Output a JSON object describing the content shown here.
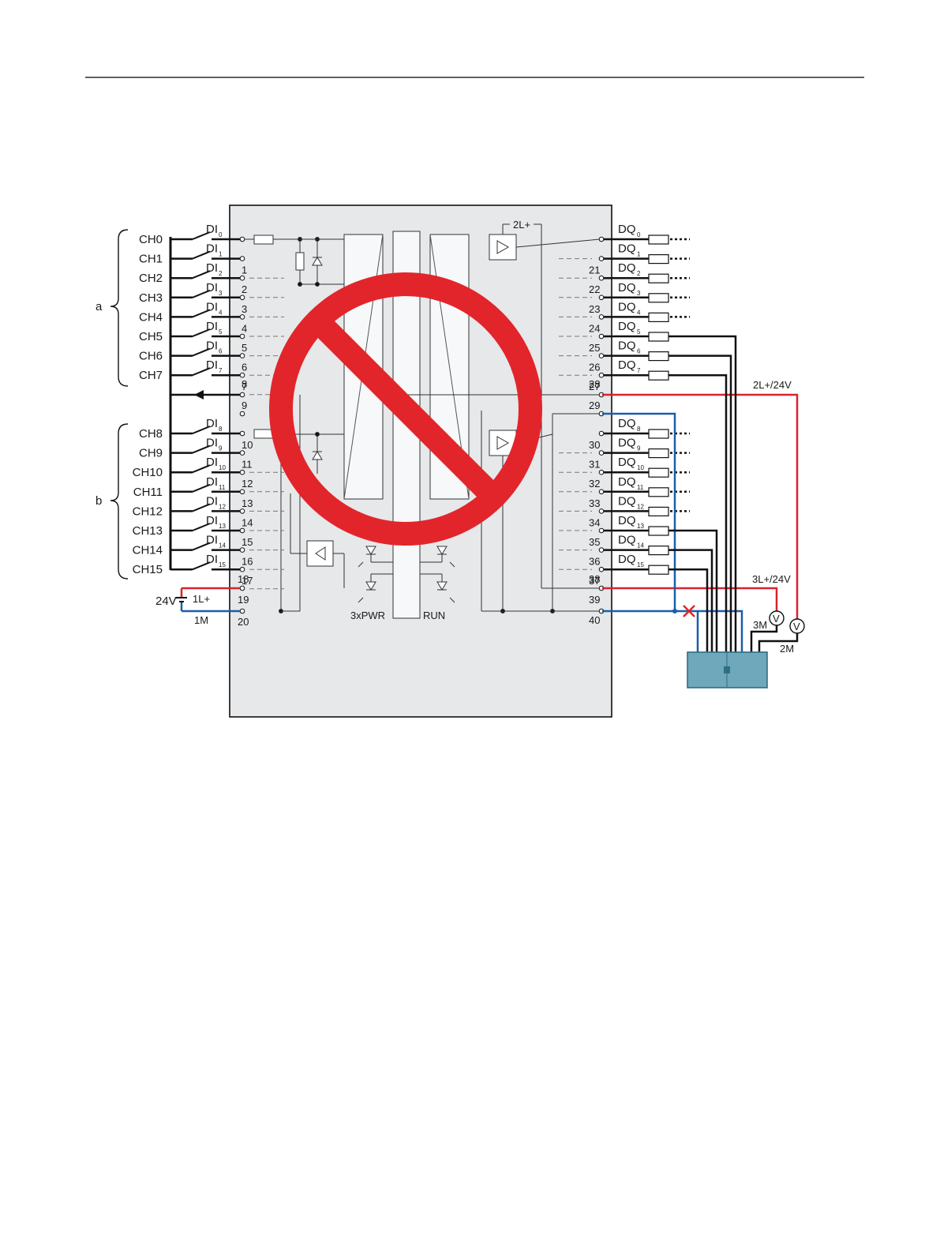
{
  "colors": {
    "module_fill": "#e6e8ea",
    "wire": "#111111",
    "supply_plus": "#d9232d",
    "supply_minus": "#1a5fa8",
    "prohibition": "#e2252b",
    "device_fill": "#6fa7bb",
    "device_stroke": "#2e6f86"
  },
  "prohibition_icon": "no-entry-icon",
  "groups": {
    "a": "a",
    "b": "b"
  },
  "inputs": [
    {
      "ch": "CH0",
      "di": "DI",
      "sub": "0",
      "term": ""
    },
    {
      "ch": "CH1",
      "di": "DI",
      "sub": "1",
      "term": "1"
    },
    {
      "ch": "CH2",
      "di": "DI",
      "sub": "2",
      "term": "2"
    },
    {
      "ch": "CH3",
      "di": "DI",
      "sub": "3",
      "term": "3"
    },
    {
      "ch": "CH4",
      "di": "DI",
      "sub": "4",
      "term": "4"
    },
    {
      "ch": "CH5",
      "di": "DI",
      "sub": "5",
      "term": "5"
    },
    {
      "ch": "CH6",
      "di": "DI",
      "sub": "6",
      "term": "6"
    },
    {
      "ch": "CH7",
      "di": "DI",
      "sub": "7",
      "term": "7"
    },
    {
      "ch": "CH8",
      "di": "DI",
      "sub": "8",
      "term": "10"
    },
    {
      "ch": "CH9",
      "di": "DI",
      "sub": "9",
      "term": "11"
    },
    {
      "ch": "CH10",
      "di": "DI",
      "sub": "10",
      "term": "12"
    },
    {
      "ch": "CH11",
      "di": "DI",
      "sub": "11",
      "term": "13"
    },
    {
      "ch": "CH12",
      "di": "DI",
      "sub": "12",
      "term": "14"
    },
    {
      "ch": "CH13",
      "di": "DI",
      "sub": "13",
      "term": "15"
    },
    {
      "ch": "CH14",
      "di": "DI",
      "sub": "14",
      "term": "16"
    },
    {
      "ch": "CH15",
      "di": "DI",
      "sub": "15",
      "term": "17"
    }
  ],
  "outputs": [
    {
      "dq": "DQ",
      "sub": "0",
      "term": ""
    },
    {
      "dq": "DQ",
      "sub": "1",
      "term": "21"
    },
    {
      "dq": "DQ",
      "sub": "2",
      "term": "22"
    },
    {
      "dq": "DQ",
      "sub": "3",
      "term": "23"
    },
    {
      "dq": "DQ",
      "sub": "4",
      "term": "24"
    },
    {
      "dq": "DQ",
      "sub": "5",
      "term": "25"
    },
    {
      "dq": "DQ",
      "sub": "6",
      "term": "26"
    },
    {
      "dq": "DQ",
      "sub": "7",
      "term": "27"
    },
    {
      "dq": "DQ",
      "sub": "8",
      "term": "30"
    },
    {
      "dq": "DQ",
      "sub": "9",
      "term": "31"
    },
    {
      "dq": "DQ",
      "sub": "10",
      "term": "32"
    },
    {
      "dq": "DQ",
      "sub": "11",
      "term": "33"
    },
    {
      "dq": "DQ",
      "sub": "12",
      "term": "34"
    },
    {
      "dq": "DQ",
      "sub": "13",
      "term": "35"
    },
    {
      "dq": "DQ",
      "sub": "14",
      "term": "36"
    },
    {
      "dq": "DQ",
      "sub": "15",
      "term": "37"
    }
  ],
  "terminals": {
    "t8": "8",
    "t9": "9",
    "t18": "18",
    "t19": "19",
    "t20": "20",
    "t28": "28",
    "t29": "29",
    "t38": "38",
    "t39": "39",
    "t40": "40"
  },
  "labels": {
    "supply_in_voltage": "24V",
    "supply_in_plus": "1L+",
    "supply_in_minus": "1M",
    "output_supply_top": "2L+",
    "output_supply_2": "2L+/24V",
    "output_supply_3": "3L+/24V",
    "meas_3m": "3M",
    "meas_2m": "2M",
    "voltmeter": "V",
    "led_pwr": "3xPWR",
    "led_run": "RUN"
  }
}
